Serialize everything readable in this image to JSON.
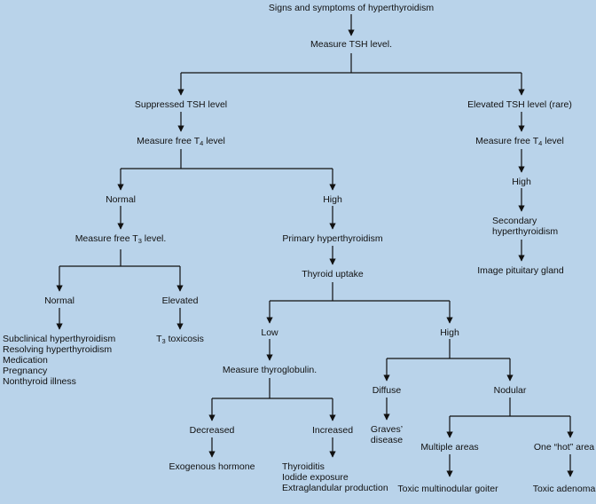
{
  "root": "Signs and symptoms of hyperthyroidism",
  "measure_tsh": "Measure TSH level.",
  "suppressed": {
    "title": "Suppressed TSH level",
    "measure_t4": {
      "prefix": "Measure free T",
      "sub": "4",
      "suffix": " level"
    },
    "normal": {
      "title": "Normal",
      "measure_t3": {
        "prefix": "Measure free T",
        "sub": "3",
        "suffix": " level."
      },
      "normal": {
        "title": "Normal",
        "causes": [
          "Subclinical hyperthyroidism",
          "Resolving hyperthyroidism",
          "Medication",
          "Pregnancy",
          "Nonthyroid illness"
        ]
      },
      "elevated": {
        "title": "Elevated",
        "result": {
          "prefix": "T",
          "sub": "3",
          "suffix": " toxicosis"
        }
      }
    },
    "high": {
      "title": "High",
      "primary": "Primary hyperthyroidism",
      "uptake": "Thyroid uptake",
      "low": {
        "title": "Low",
        "measure": "Measure thyroglobulin.",
        "decreased": {
          "title": "Decreased",
          "result": "Exogenous hormone"
        },
        "increased": {
          "title": "Increased",
          "causes": [
            "Thyroiditis",
            "Iodide exposure",
            "Extraglandular production"
          ]
        }
      },
      "high": {
        "title": "High",
        "diffuse": {
          "title": "Diffuse",
          "result": [
            "Graves’",
            "disease"
          ]
        },
        "nodular": {
          "title": "Nodular",
          "multiple": {
            "title": "Multiple areas",
            "result": "Toxic multinodular goiter"
          },
          "hot": {
            "title": "One “hot” area",
            "result": "Toxic adenoma"
          }
        }
      }
    }
  },
  "elevated": {
    "title": "Elevated TSH level (rare)",
    "measure_t4": {
      "prefix": "Measure free T",
      "sub": "4",
      "suffix": " level"
    },
    "high": "High",
    "secondary": [
      "Secondary",
      "hyperthyroidism"
    ],
    "image": "Image pituitary gland"
  },
  "colors": {
    "background": "#b9d3ea",
    "line": "#111111",
    "text": "#111111"
  }
}
